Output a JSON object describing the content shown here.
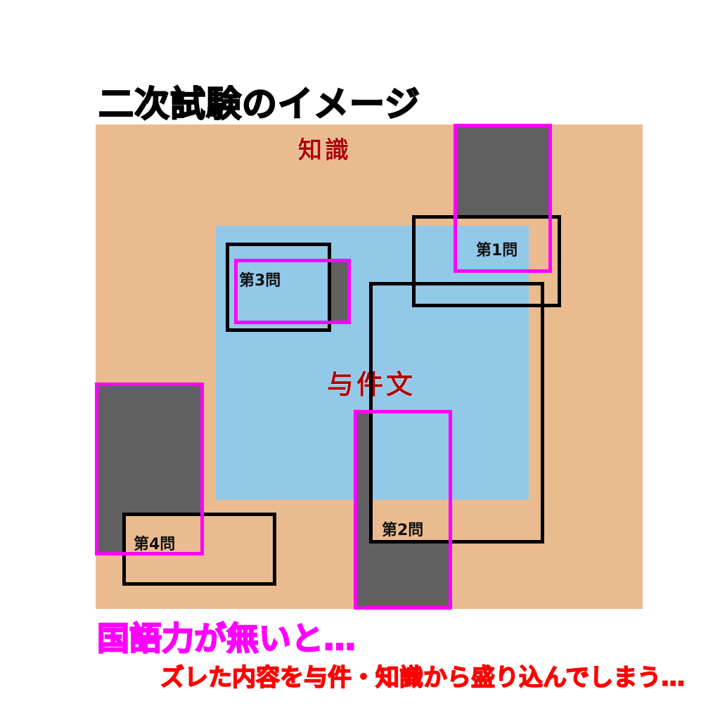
{
  "title": "二次試験のイメージ",
  "areas": {
    "knowledge": "知識",
    "case_text": "与件文"
  },
  "questions": [
    "第1問",
    "第2問",
    "第3問",
    "第4問"
  ],
  "footer": {
    "line1": "国語力が無いと…",
    "line2": "ズレた内容を与件・知識から盛り込んでしまう…"
  },
  "colors": {
    "knowledge_bg": "#EBBB90",
    "case_text_bg": "#92C8E8",
    "answer_gap": "#606060",
    "answer_border": "#FF00FF",
    "question_border": "#000000"
  }
}
